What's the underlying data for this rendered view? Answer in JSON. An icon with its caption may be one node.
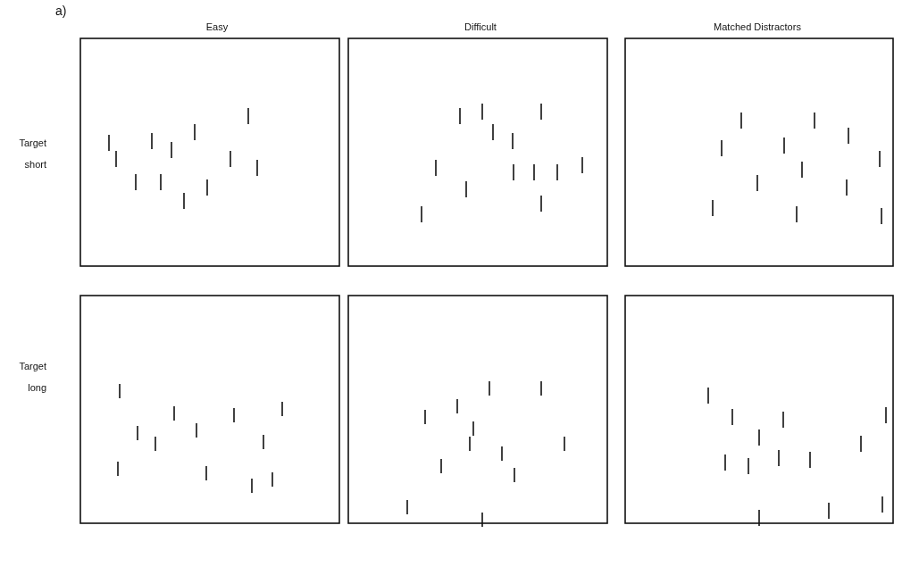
{
  "diagram": {
    "labels": [
      "a)",
      "Easy",
      "Difficult",
      "Matched Distractors",
      "Target short",
      "Target long"
    ]
  }
}
